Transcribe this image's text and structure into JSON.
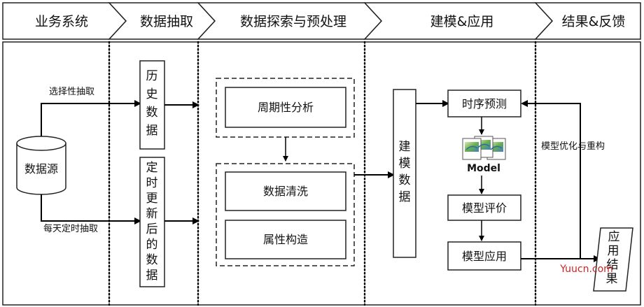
{
  "header": {
    "stages": [
      "业务系统",
      "数据抽取",
      "数据探索与预处理",
      "建模&应用",
      "结果&反馈"
    ]
  },
  "business": {
    "datasource": "数据源",
    "label_select": "选择性抽取",
    "label_daily": "每天定时抽取"
  },
  "extraction": {
    "history": [
      "历",
      "史",
      "数",
      "据"
    ],
    "updated": [
      "定",
      "时",
      "更",
      "新",
      "后",
      "的",
      "数",
      "据"
    ]
  },
  "explore": {
    "periodicity": "周期性分析",
    "cleaning": "数据清洗",
    "attribute": "属性构造"
  },
  "modeling": {
    "build": [
      "建",
      "模",
      "数",
      "据"
    ],
    "forecast": "时序预测",
    "model_label": "Model",
    "evaluate": "模型评价",
    "apply": "模型应用"
  },
  "result": {
    "feedback": "模型优化与重构",
    "app_result": [
      "应",
      "用",
      "结",
      "果"
    ]
  },
  "watermark": "Yuucn.com",
  "colors": {
    "border": "#1a1a1a",
    "arrow": "#000000",
    "watermark": "#cc2222",
    "icon_blue": "#4a90c8",
    "icon_green": "#6ab04c"
  }
}
